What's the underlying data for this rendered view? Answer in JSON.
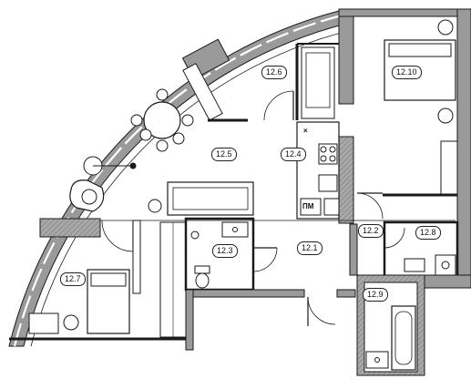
{
  "rooms": [
    {
      "label": "12.1"
    },
    {
      "label": "12.2"
    },
    {
      "label": "12.3"
    },
    {
      "label": "12.4"
    },
    {
      "label": "12.5"
    },
    {
      "label": "12.6"
    },
    {
      "label": "12.7"
    },
    {
      "label": "12.8"
    },
    {
      "label": "12.9"
    },
    {
      "label": "12.10"
    }
  ],
  "fixtures": {
    "range_hood_symbol": "×",
    "dishwasher_label": "ПМ"
  },
  "colors": {
    "wall_fill": "#9a9a9a",
    "line": "#1a1a1a",
    "window": "#ffffff"
  }
}
